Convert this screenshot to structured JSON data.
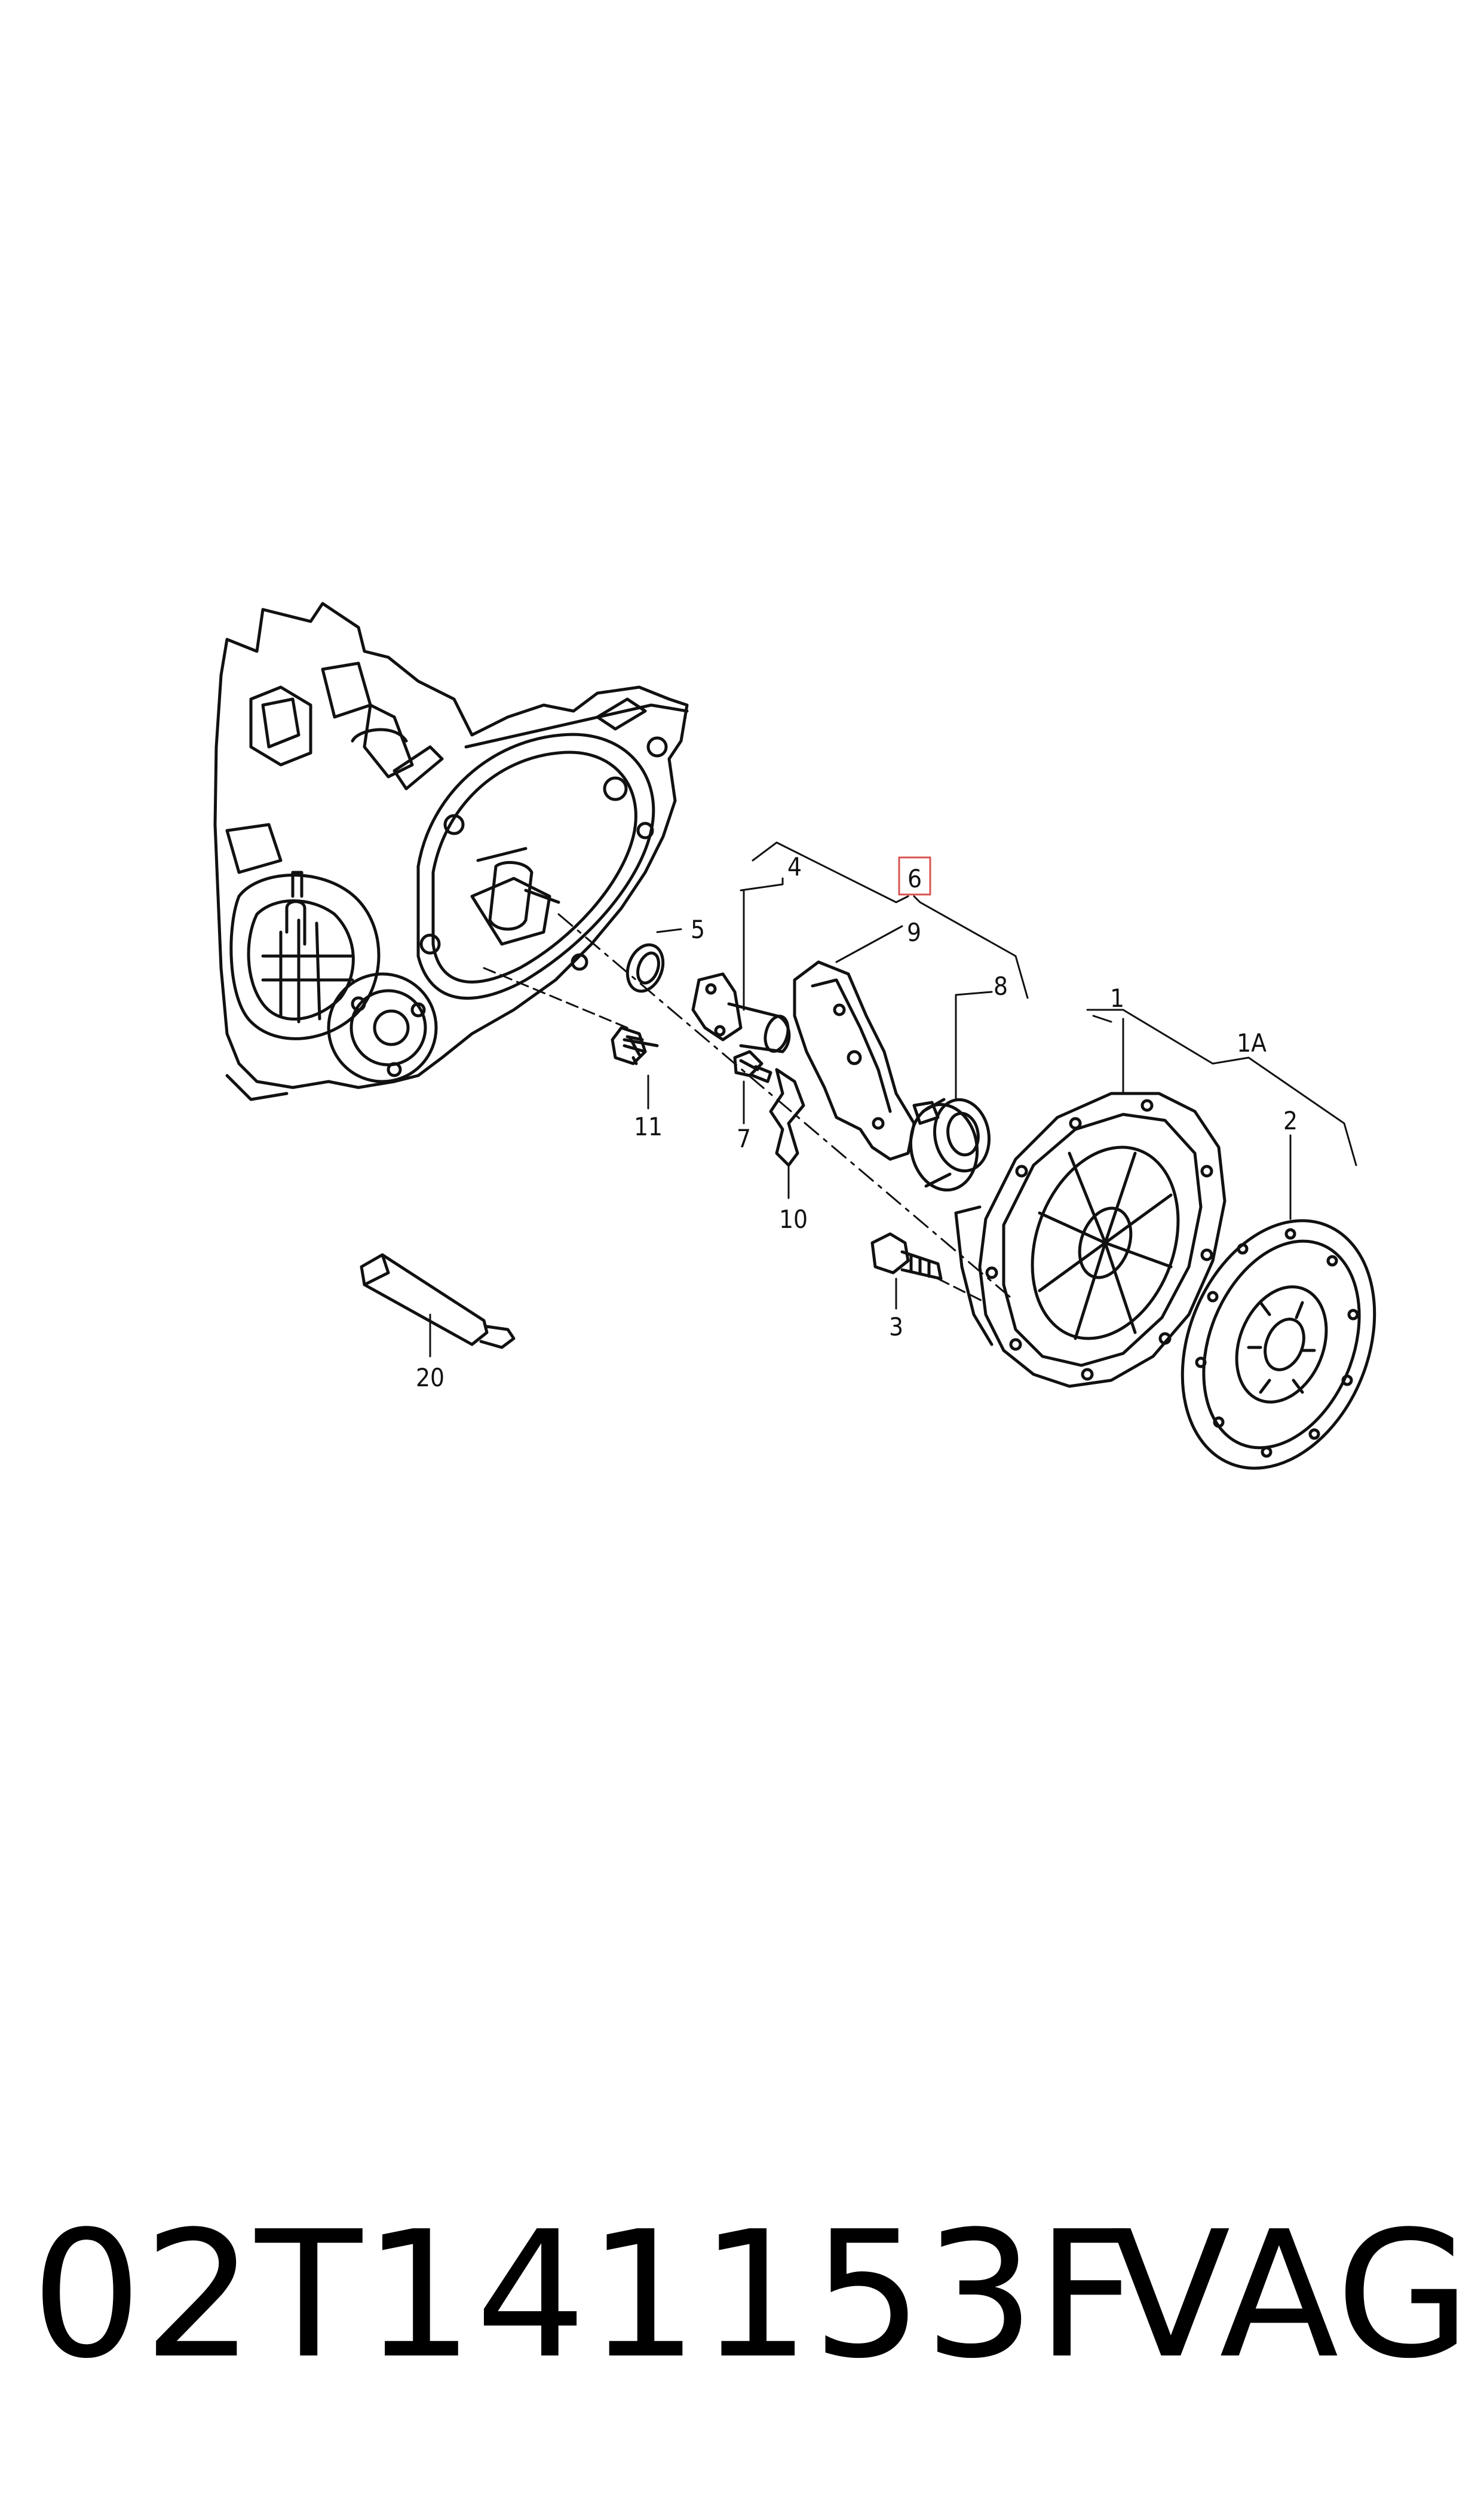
{
  "diagram": {
    "callouts": {
      "c1": "1",
      "c1a": "1A",
      "c2": "2",
      "c3": "3",
      "c4": "4",
      "c5": "5",
      "c6": "6",
      "c7": "7",
      "c8": "8",
      "c9": "9",
      "c10": "10",
      "c11": "11",
      "c20": "20"
    },
    "highlight_color": "#d9534f"
  },
  "footer": {
    "part_number": "02T141153F",
    "brand": "VAG"
  }
}
